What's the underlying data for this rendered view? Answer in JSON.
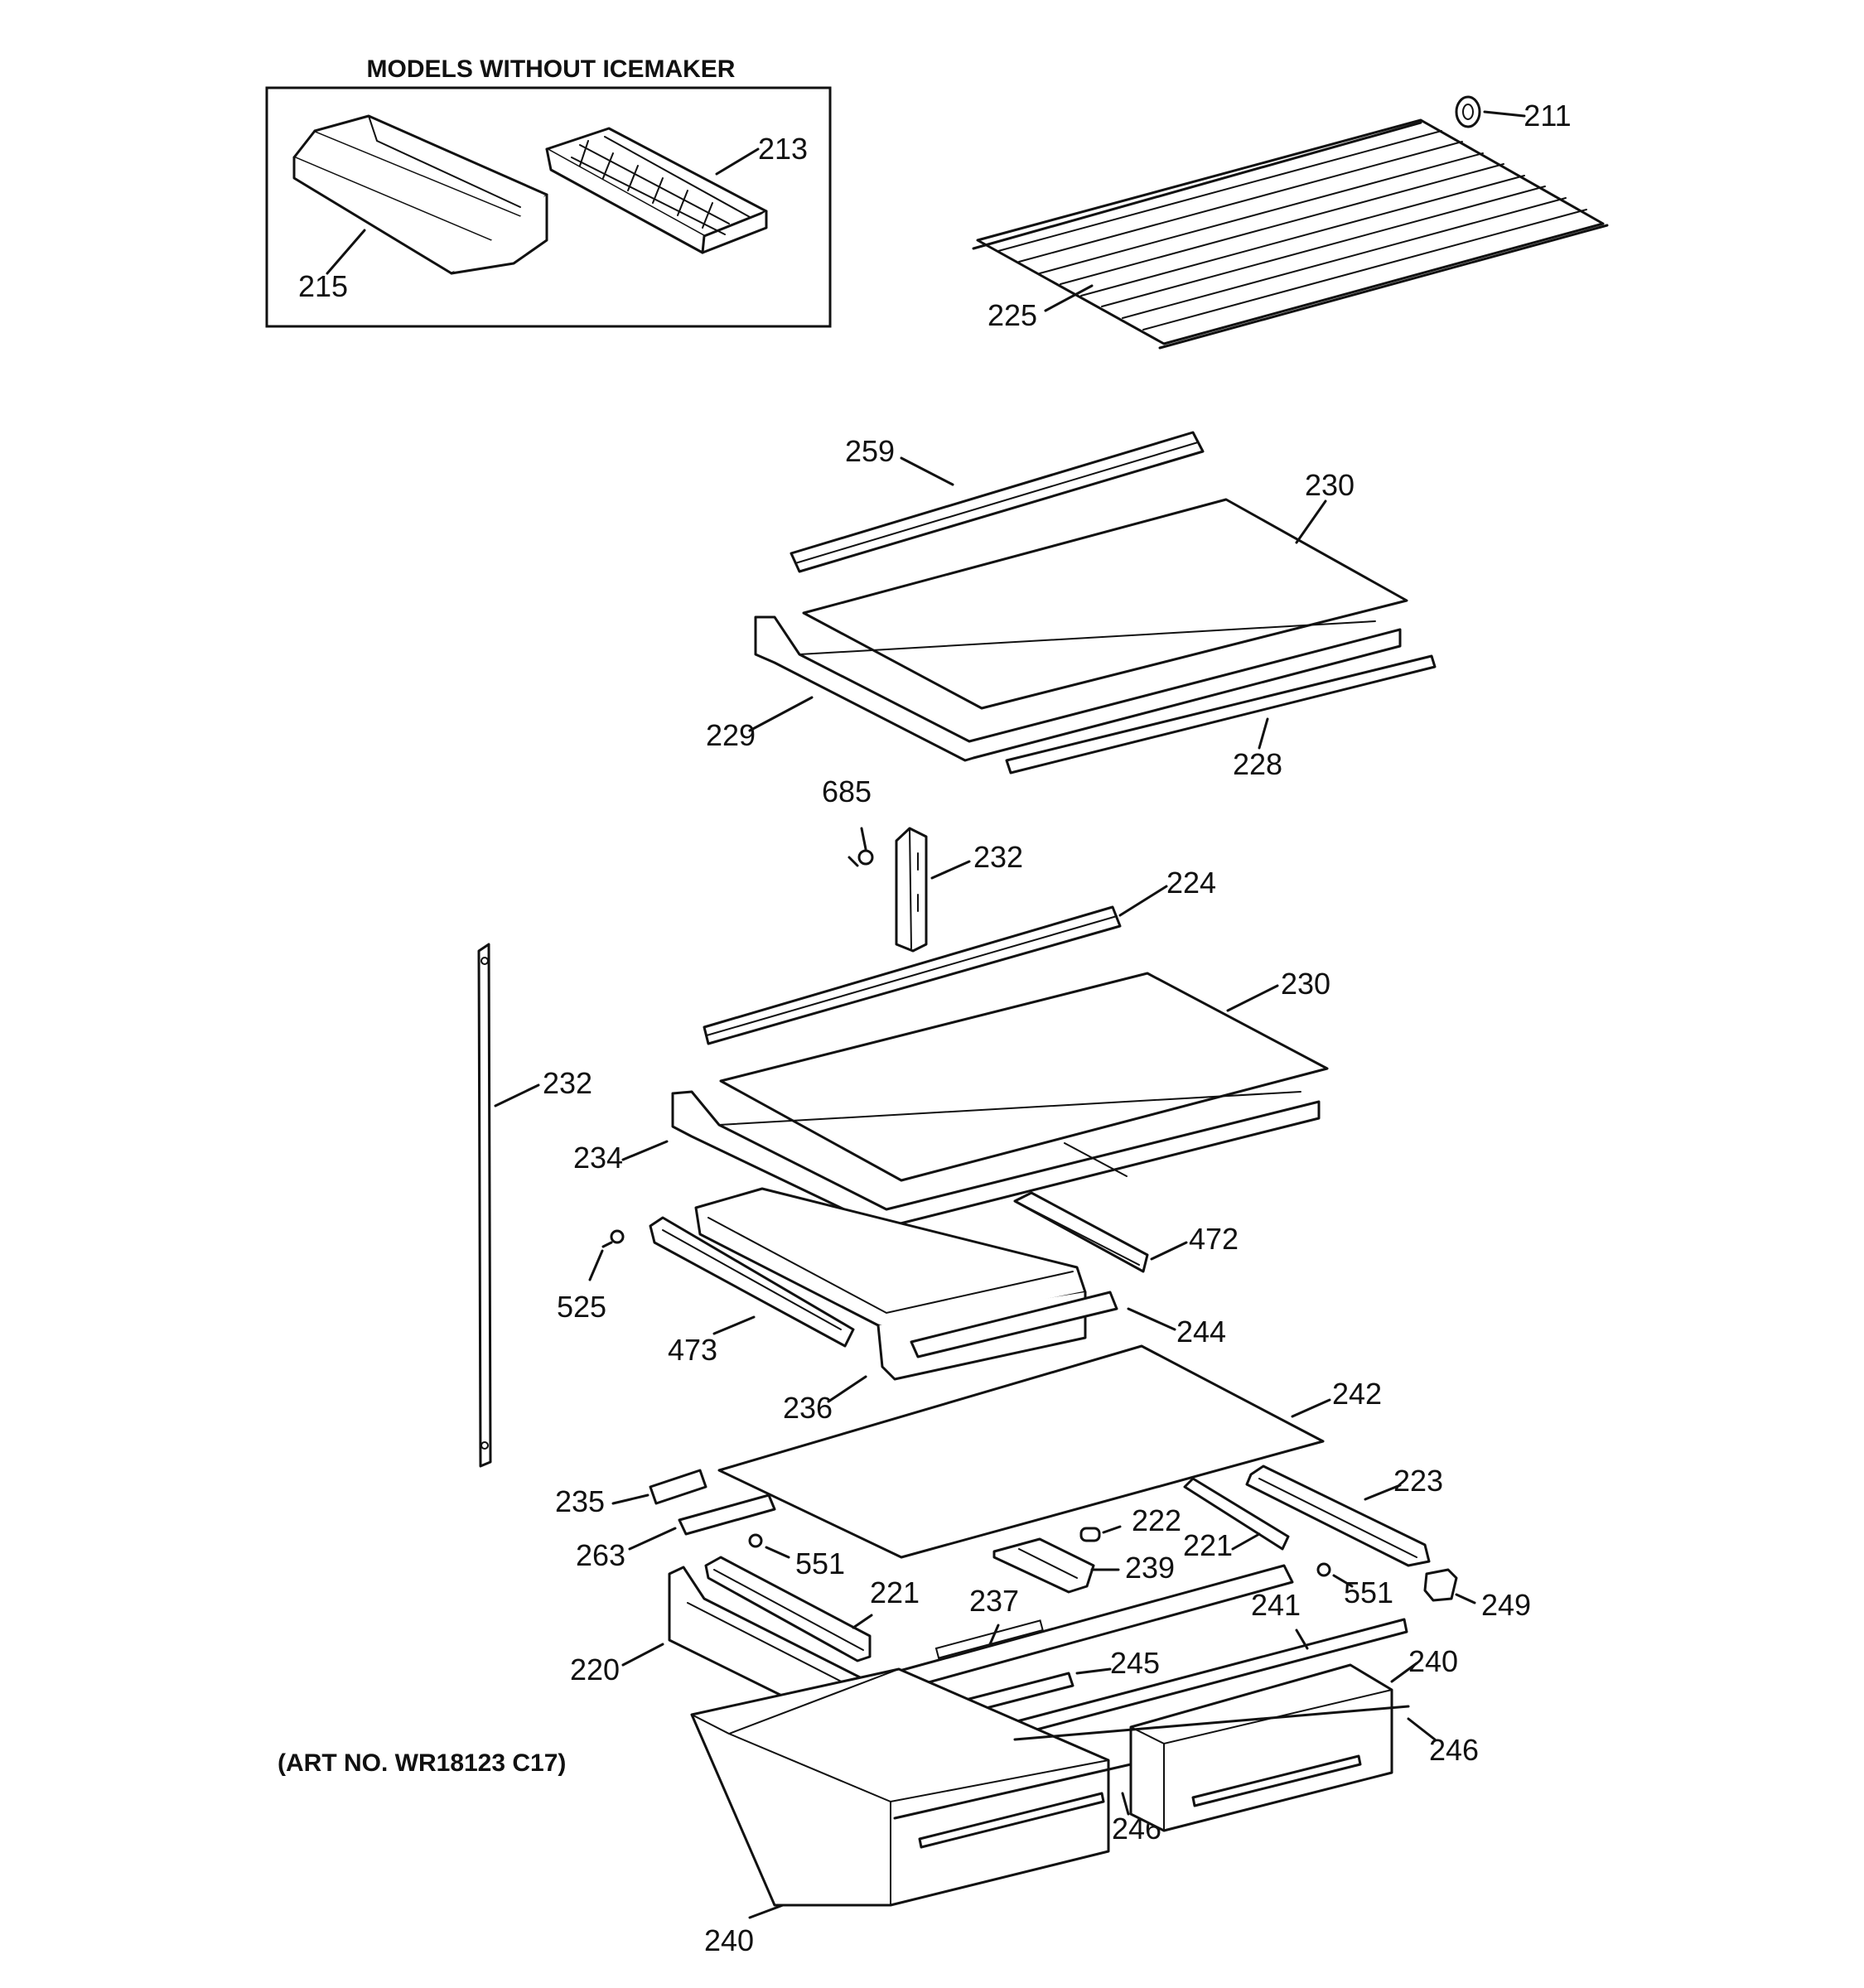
{
  "inset": {
    "title": "MODELS WITHOUT ICEMAKER"
  },
  "art_number": "(ART NO. WR18123 C17)",
  "callouts": {
    "c211": "211",
    "c213": "213",
    "c215": "215",
    "c225": "225",
    "c259": "259",
    "c230a": "230",
    "c229": "229",
    "c228": "228",
    "c685": "685",
    "c232a": "232",
    "c224": "224",
    "c230b": "230",
    "c232b": "232",
    "c234": "234",
    "c472": "472",
    "c525": "525",
    "c473": "473",
    "c244": "244",
    "c236": "236",
    "c242": "242",
    "c235": "235",
    "c223": "223",
    "c222": "222",
    "c221a": "221",
    "c263": "263",
    "c551a": "551",
    "c239": "239",
    "c551b": "551",
    "c249": "249",
    "c221b": "221",
    "c237": "237",
    "c241": "241",
    "c220": "220",
    "c245": "245",
    "c240a": "240",
    "c246a": "246",
    "c246b": "246",
    "c240b": "240"
  }
}
